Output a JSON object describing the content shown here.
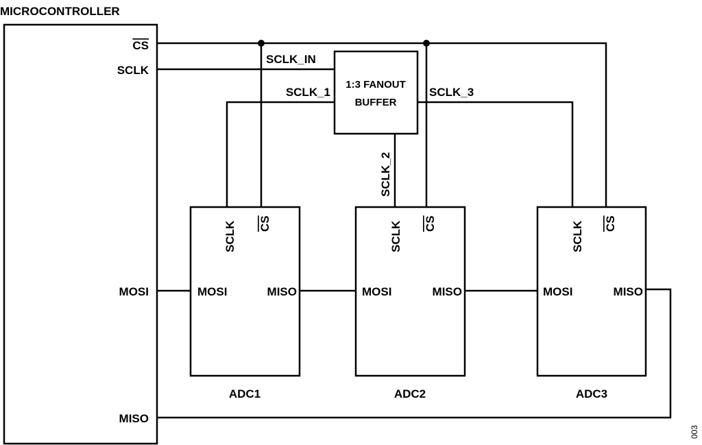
{
  "title": "MICROCONTROLLER",
  "mcu_pins": {
    "cs": "CS",
    "sclk": "SCLK",
    "mosi": "MOSI",
    "miso": "MISO"
  },
  "buffer": {
    "line1": "1:3 FANOUT",
    "line2": "BUFFER"
  },
  "nets": {
    "sclk_in": "SCLK_IN",
    "sclk_1": "SCLK_1",
    "sclk_2": "SCLK_2",
    "sclk_3": "SCLK_3"
  },
  "adcs": [
    {
      "name": "ADC1",
      "sclk": "SCLK",
      "cs": "CS",
      "mosi": "MOSI",
      "miso": "MISO"
    },
    {
      "name": "ADC2",
      "sclk": "SCLK",
      "cs": "CS",
      "mosi": "MOSI",
      "miso": "MISO"
    },
    {
      "name": "ADC3",
      "sclk": "SCLK",
      "cs": "CS",
      "mosi": "MOSI",
      "miso": "MISO"
    }
  ],
  "figure_id": "003"
}
